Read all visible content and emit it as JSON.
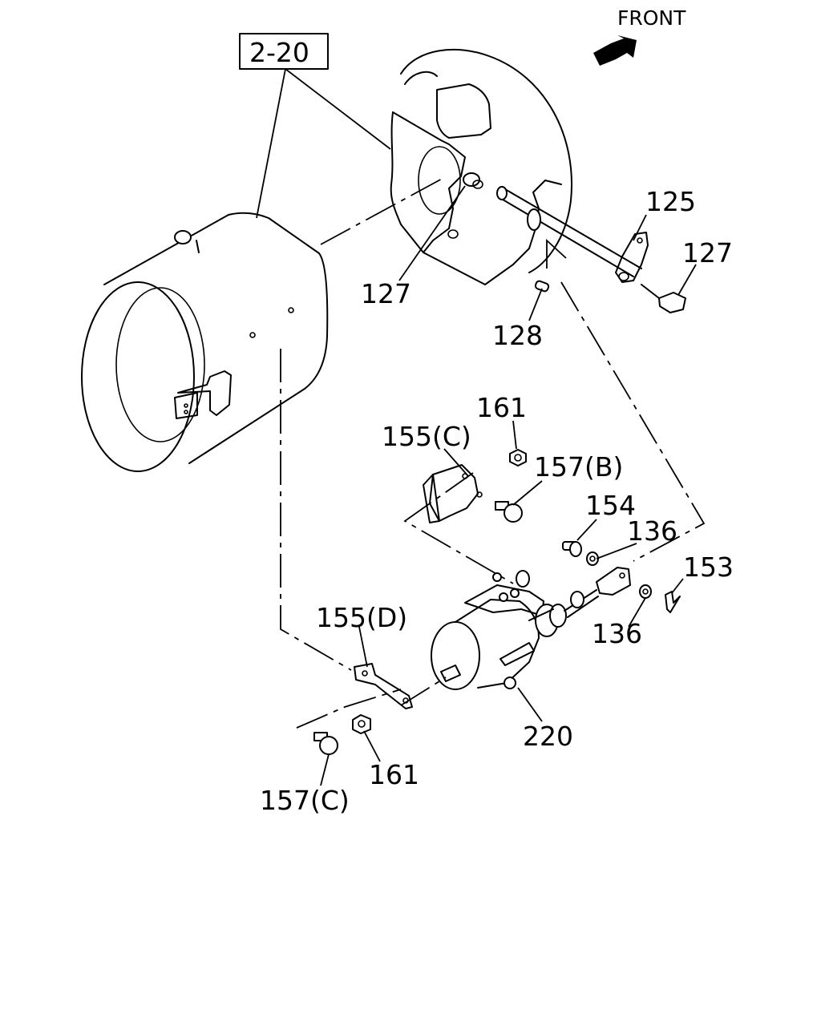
{
  "direction_label": "FRONT",
  "reference_box": "2-20",
  "callouts": {
    "c125": "125",
    "c127_right": "127",
    "c127_left": "127",
    "c128": "128",
    "c161_top": "161",
    "c155c": "155(C)",
    "c157b": "157(B)",
    "c154": "154",
    "c136_top": "136",
    "c153": "153",
    "c136_bottom": "136",
    "c155d": "155(D)",
    "c220": "220",
    "c161_bottom": "161",
    "c157c": "157(C)"
  },
  "icons": {
    "direction_arrow": "arrow-right-up-icon"
  }
}
